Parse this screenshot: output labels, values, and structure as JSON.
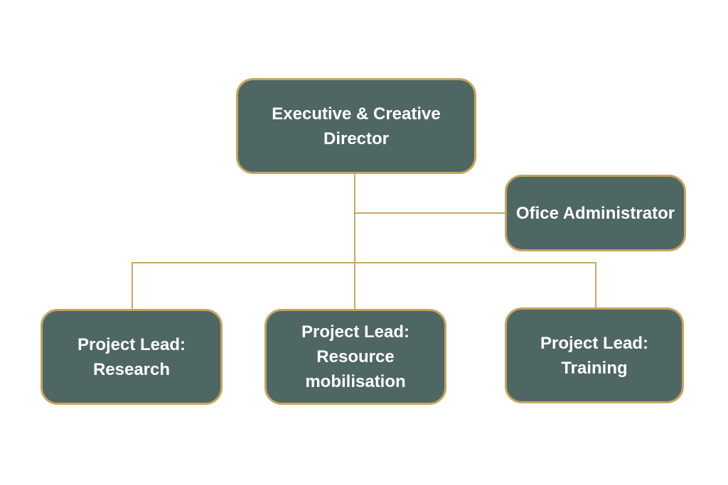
{
  "colors": {
    "box_fill": "#4e6664",
    "box_border": "#c6a35c",
    "connector": "#c9a961",
    "text": "#ffffff",
    "page_bg": "#ffffff"
  },
  "org_chart": {
    "type": "organization-chart",
    "nodes": [
      {
        "id": "executive-creative-director",
        "label": "Executive & Creative Director",
        "lines": [
          "Executive & Creative",
          "Director"
        ]
      },
      {
        "id": "office-administrator",
        "label": "Ofice Administrator",
        "lines": [
          "Ofice Administrator"
        ]
      },
      {
        "id": "project-lead-research",
        "label": "Project Lead: Research",
        "lines": [
          "Project Lead:",
          "Research"
        ]
      },
      {
        "id": "project-lead-resource-mobilisation",
        "label": "Project Lead: Resource mobilisation",
        "lines": [
          "Project Lead:",
          "Resource",
          "mobilisation"
        ]
      },
      {
        "id": "project-lead-training",
        "label": "Project Lead: Training",
        "lines": [
          "Project Lead:",
          "Training"
        ]
      }
    ],
    "edges": [
      {
        "from": "executive-creative-director",
        "to": "office-administrator"
      },
      {
        "from": "executive-creative-director",
        "to": "project-lead-research"
      },
      {
        "from": "executive-creative-director",
        "to": "project-lead-resource-mobilisation"
      },
      {
        "from": "executive-creative-director",
        "to": "project-lead-training"
      }
    ]
  }
}
